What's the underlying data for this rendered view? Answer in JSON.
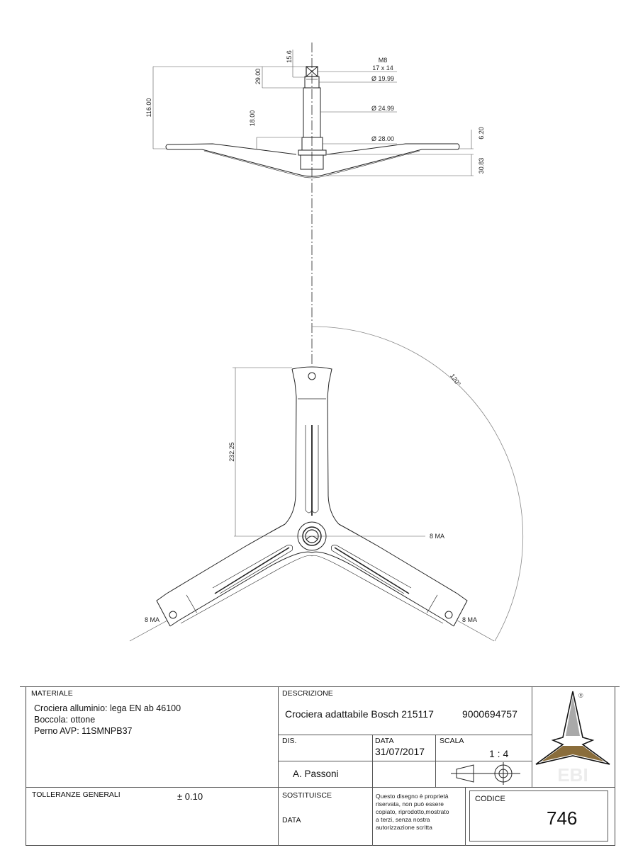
{
  "drawing": {
    "side_view": {
      "dimensions": {
        "overall_height": "116.00",
        "shaft_top": "29.00",
        "square_height": "15.6",
        "flange_to_base": "18.00",
        "thread_label": "M8",
        "square_size": "17 x 14",
        "dia_1": "Ø 19.99",
        "dia_2": "Ø 24.99",
        "dia_3": "Ø 28.00",
        "arm_thickness": "6.20",
        "hub_depth": "30.83"
      }
    },
    "top_view": {
      "dimensions": {
        "arm_length": "232.25",
        "angle": "120°",
        "hole_top": "8 MA",
        "hole_left": "8 MA",
        "hole_right": "8 MA"
      }
    }
  },
  "title_block": {
    "materiale": {
      "label": "MATERIALE",
      "lines": [
        "Crociera alluminio: lega EN ab 46100",
        "Boccola: ottone",
        "Perno AVP: 11SMNPB37"
      ]
    },
    "tolleranze": {
      "label": "TOLLERANZE GENERALI",
      "value": "± 0.10"
    },
    "descrizione": {
      "label": "DESCRIZIONE",
      "text": "Crociera adattabile Bosch 215117",
      "code": "9000694757"
    },
    "dis": {
      "label": "DIS.",
      "value": "A. Passoni"
    },
    "data": {
      "label": "DATA",
      "value": "31/07/2017"
    },
    "scala": {
      "label": "SCALA",
      "value": "1 : 4"
    },
    "sostituisce": {
      "label": "SOSTITUISCE",
      "data_label": "DATA"
    },
    "notice": [
      "Questo disegno è proprietà",
      "riservata, non può essere",
      "copiato, riprodotto,mostrato",
      "a terzi, senza nostra",
      "autorizzazione scritta"
    ],
    "codice": {
      "label": "CODICE",
      "value": "746"
    },
    "logo": {
      "name": "EBI",
      "registered": "®",
      "colors": {
        "upper": "#a9a9a9",
        "lower": "#8a6d3b"
      }
    }
  }
}
